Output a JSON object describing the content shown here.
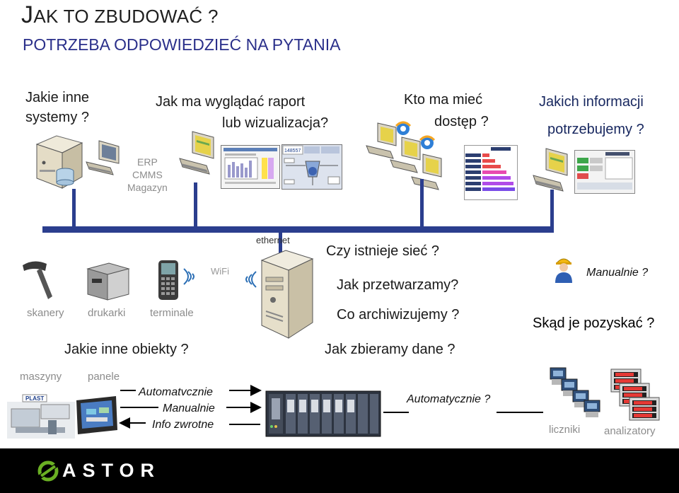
{
  "title": {
    "first": "J",
    "rest": "AK TO ZBUDOWAĆ ?"
  },
  "subtitle": "POTRZEBA ODPOWIEDZIEĆ NA PYTANIA",
  "top_questions": {
    "systems": [
      "Jakie inne",
      "systemy ?"
    ],
    "report": [
      "Jak ma wyglądać raport",
      "lub wizualizacja?"
    ],
    "access": [
      "Kto ma mieć",
      "dostęp ?"
    ],
    "info": [
      "Jakich informacji",
      "potrzebujemy ?"
    ]
  },
  "systems_list": [
    "ERP",
    "CMMS",
    "Magazyn"
  ],
  "network": {
    "ethernet": "ethernet",
    "wifi": "WiFi"
  },
  "center_questions": [
    "Czy istnieje sieć ?",
    "Jak przetwarzamy?",
    "Co archiwizujemy ?",
    "Jak zbieramy dane ?"
  ],
  "right_questions": {
    "manual": "Manualnie ?",
    "source": "Skąd je pozyskać ?"
  },
  "devices": [
    "skanery",
    "drukarki",
    "terminale"
  ],
  "other_objects": "Jakie inne obiekty ?",
  "machines": {
    "maszyny": "maszyny",
    "panele": "panele"
  },
  "modes": [
    "Automatvcznie",
    "Manualnie",
    "Info zwrotne"
  ],
  "plc_label": "Automatycznie ?",
  "meters": {
    "liczniki": "liczniki",
    "analizatory": "analizatory"
  },
  "machine_brand": "PLAST",
  "report_header": "148557",
  "brand": "ASTOR",
  "colors": {
    "bus": "#2b3e8e",
    "footer": "#000000",
    "logo_green": "#6ab023",
    "subtitle": "#2a2f8a"
  }
}
